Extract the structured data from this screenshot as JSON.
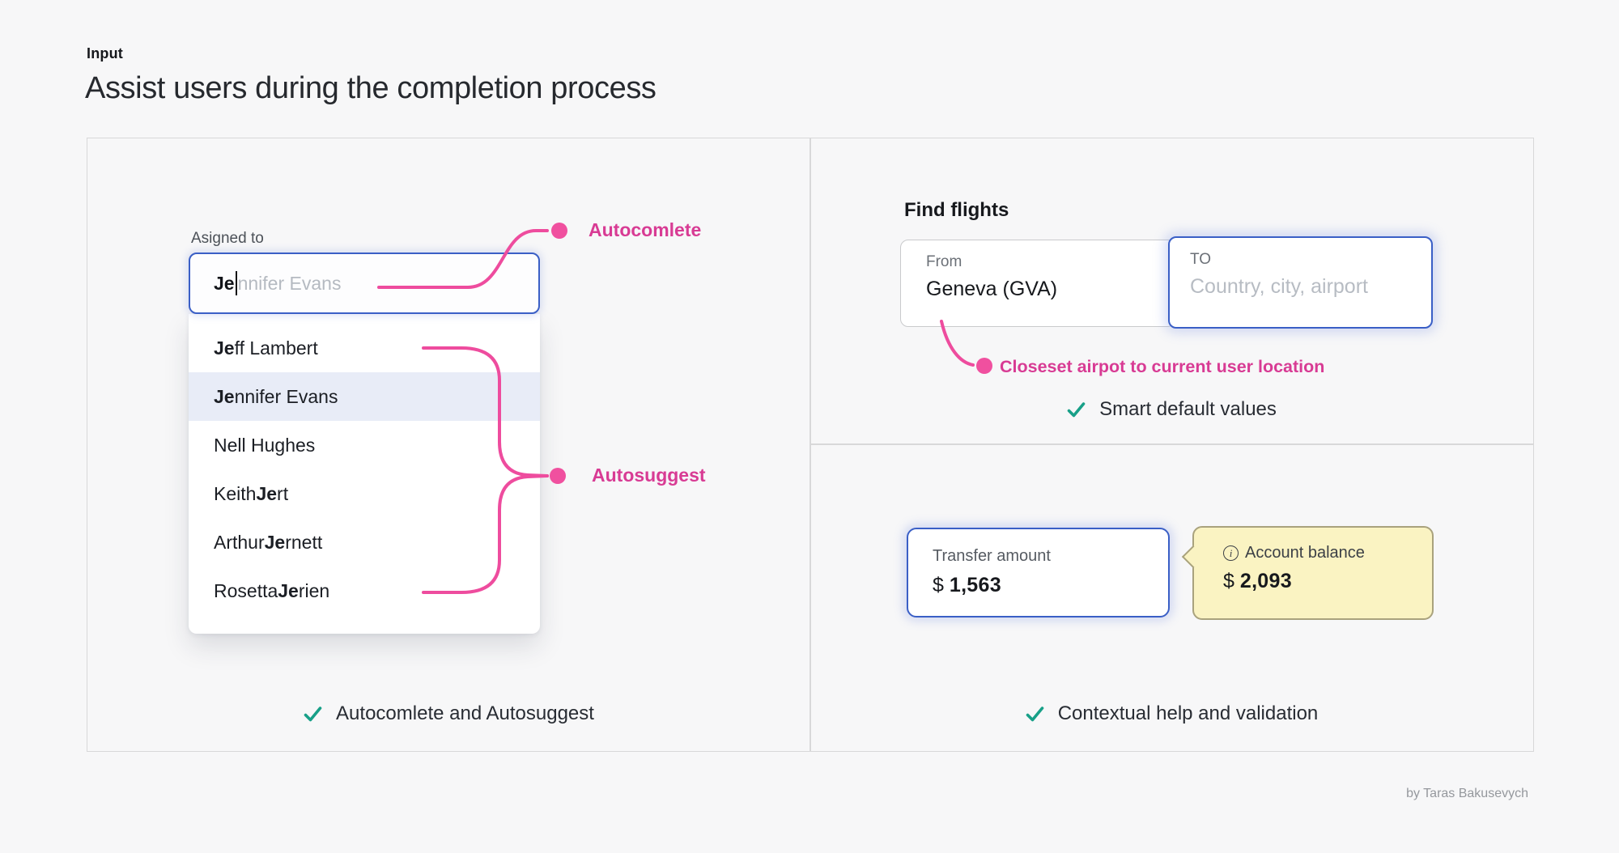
{
  "header": {
    "eyebrow": "Input",
    "title": "Assist users during the completion process"
  },
  "attribution": "by Taras Bakusevych",
  "colors": {
    "background": "#f7f7f8",
    "accent_pink": "#ED4D9E",
    "pink_text": "#d83b94",
    "accent_blue": "#3a5fc6",
    "check_teal": "#18a088",
    "tooltip_yellow": "#faf3c2",
    "highlight_row": "#e8ecf7"
  },
  "autocomplete_demo": {
    "field_label": "Asigned to",
    "input": {
      "typed": "Je",
      "completion": "nnifer Evans"
    },
    "suggestions": [
      {
        "segments": [
          {
            "t": "Je",
            "b": true
          },
          {
            "t": "ff Lambert",
            "b": false
          }
        ],
        "highlighted": false
      },
      {
        "segments": [
          {
            "t": "Je",
            "b": true
          },
          {
            "t": "nnifer Evans",
            "b": false
          }
        ],
        "highlighted": true
      },
      {
        "segments": [
          {
            "t": "Nell Hughes",
            "b": false
          }
        ],
        "highlighted": false
      },
      {
        "segments": [
          {
            "t": "Keith ",
            "b": false
          },
          {
            "t": "Je",
            "b": true
          },
          {
            "t": "rt",
            "b": false
          }
        ],
        "highlighted": false
      },
      {
        "segments": [
          {
            "t": "Arthur ",
            "b": false
          },
          {
            "t": "Je",
            "b": true
          },
          {
            "t": "rnett",
            "b": false
          }
        ],
        "highlighted": false
      },
      {
        "segments": [
          {
            "t": "Rosetta ",
            "b": false
          },
          {
            "t": "Je",
            "b": true
          },
          {
            "t": "rien",
            "b": false
          }
        ],
        "highlighted": false
      }
    ],
    "annotations": {
      "autocomplete": "Autocomlete",
      "autosuggest": "Autosuggest"
    },
    "footer_note": "Autocomlete and Autosuggest"
  },
  "flights_demo": {
    "heading": "Find flights",
    "from_field": {
      "label": "From",
      "value": "Geneva (GVA)"
    },
    "to_field": {
      "label": "TO",
      "placeholder": "Country, city, airport"
    },
    "annotation": "Closeset airpot to current user location",
    "footer_note": "Smart default values"
  },
  "transfer_demo": {
    "amount_field": {
      "label": "Transfer amount",
      "currency": "$",
      "value": "1,563"
    },
    "balance_tooltip": {
      "label": "Account balance",
      "currency": "$",
      "value": "2,093"
    },
    "footer_note": "Contextual help and validation"
  }
}
